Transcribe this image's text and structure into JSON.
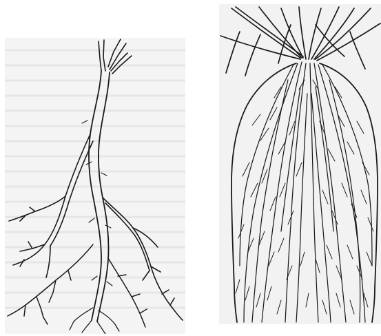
{
  "figure": {
    "panels": [
      {
        "id": "taproot",
        "subject": "taproot-system",
        "kind": "line-illustration"
      },
      {
        "id": "fibrous",
        "subject": "fibrous-root-system",
        "kind": "line-illustration"
      }
    ],
    "colors": {
      "ink": "#1a1a1a",
      "paper": "#f4f4f4",
      "background": "#ffffff"
    }
  }
}
